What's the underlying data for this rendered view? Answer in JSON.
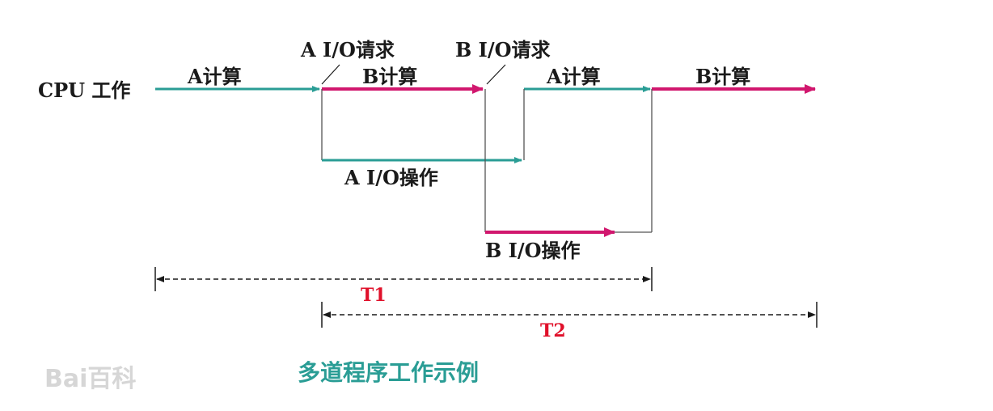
{
  "labels": {
    "cpu": "CPU 工作",
    "a_compute_1": "A计算",
    "b_compute_1": "B计算",
    "a_compute_2": "A计算",
    "b_compute_2": "B计算",
    "a_io_request": "A I/O请求",
    "b_io_request": "B I/O请求",
    "a_io_op": "A I/O操作",
    "b_io_op": "B I/O操作",
    "t1": "T1",
    "t2": "T2"
  },
  "caption": "多道程序工作示例",
  "watermark": "Bai百科",
  "colors": {
    "teal": "#2a9d95",
    "magenta": "#d1176e",
    "black": "#1a1a1a",
    "red": "#e0102a",
    "caption": "#2a9d95"
  }
}
